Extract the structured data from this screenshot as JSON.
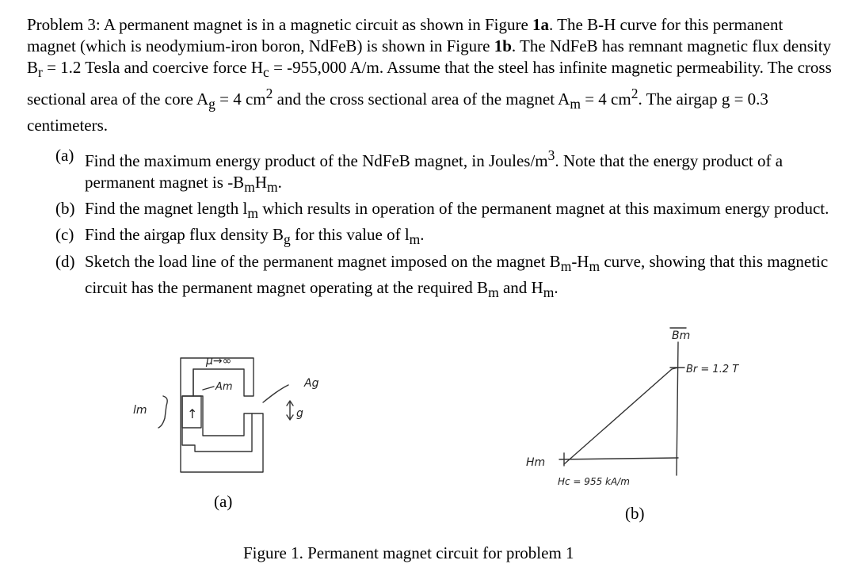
{
  "problem": {
    "intro": {
      "s1": "Problem 3:  A permanent magnet is in a magnetic circuit as shown in Figure ",
      "ref1": "1a",
      "s2": ".  The B-H curve for this permanent magnet (which is neodymium-iron boron, NdFeB) is shown in Figure ",
      "ref2": "1b",
      "s3": ".  The NdFeB has remnant magnetic flux density B",
      "sub_r": "r",
      "s4": " = 1.2 Tesla and coercive force H",
      "sub_c": "c",
      "s5": " = -955,000 A/m.  Assume that the steel has infinite magnetic permeability.  The cross sectional area of the core A",
      "sub_g1": "g",
      "s6": " = 4 cm",
      "sup1": "2",
      "s7": " and the cross sectional area of the magnet A",
      "sub_m1": "m",
      "s8": " = 4 cm",
      "sup2": "2",
      "s9": ".  The airgap g = 0.3 centimeters."
    },
    "parts": [
      {
        "label": "(a)",
        "t1": "Find the maximum energy product of the NdFeB magnet, in Joules/m",
        "sup": "3",
        "t2": ".  Note that the energy product of a permanent magnet is -B",
        "sub1": "m",
        "t3": "H",
        "sub2": "m",
        "t4": "."
      },
      {
        "label": "(b)",
        "t1": "Find the magnet length l",
        "sub1": "m",
        "t2": " which results in operation of the permanent magnet at this maximum energy product."
      },
      {
        "label": "(c)",
        "t1": "Find the airgap flux density B",
        "sub1": "g",
        "t2": " for this value of l",
        "sub2": "m",
        "t3": "."
      },
      {
        "label": "(d)",
        "t1": "Sketch the load line of the permanent magnet imposed on the magnet B",
        "sub1": "m",
        "t2": "-H",
        "sub2": "m",
        "t3": " curve, showing that this magnetic circuit has the permanent magnet operating at the required B",
        "sub3": "m",
        "t4": " and H",
        "sub4": "m",
        "t5": "."
      }
    ]
  },
  "figure_a": {
    "label": "(a)",
    "annot_mu": "μ→∞",
    "annot_am": "Am",
    "annot_ag": "Ag",
    "annot_g": "g",
    "annot_lm": "lm",
    "arrow": "↑"
  },
  "figure_b": {
    "label": "(b)",
    "axis_b": "Bm",
    "axis_h": "Hm",
    "br_note": "Br = 1.2 T",
    "hc_note": "Hc = 955 kA/m"
  },
  "caption": "Figure 1. Permanent magnet circuit for problem 1"
}
